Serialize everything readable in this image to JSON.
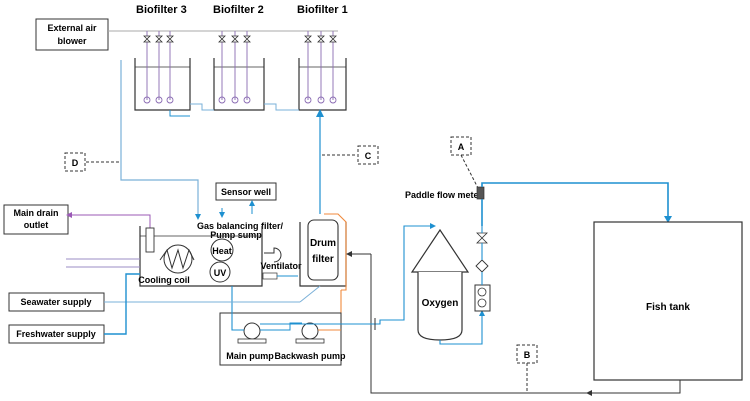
{
  "headers": {
    "biofilter3": "Biofilter 3",
    "biofilter2": "Biofilter 2",
    "biofilter1": "Biofilter 1"
  },
  "labels": {
    "external_air_blower_line1": "External air",
    "external_air_blower_line2": "blower",
    "main_drain_line1": "Main drain",
    "main_drain_line2": "outlet",
    "sensor_well": "Sensor well",
    "gas_balancing_line1": "Gas balancing filter/",
    "gas_balancing_line2": "Pump sump",
    "heat": "Heat",
    "uv": "UV",
    "cooling_coil": "Cooling coil",
    "ventilator": "Ventilator",
    "drum_filter_line1": "Drum",
    "drum_filter_line2": "filter",
    "oxygen": "Oxygen",
    "paddle_flow_meter": "Paddle flow meter",
    "fish_tank": "Fish tank",
    "seawater_supply": "Seawater supply",
    "freshwater_supply": "Freshwater supply",
    "main_pump": "Main pump",
    "backwash_pump": "Backwash pump",
    "point_a": "A",
    "point_b": "B",
    "point_c": "C",
    "point_d": "D"
  },
  "colors": {
    "water_line": "#1e90d0",
    "air_line": "#7ab0d8",
    "drain_line": "#9b59b6",
    "backwash_line": "#f08a3c",
    "outline": "#333333"
  }
}
